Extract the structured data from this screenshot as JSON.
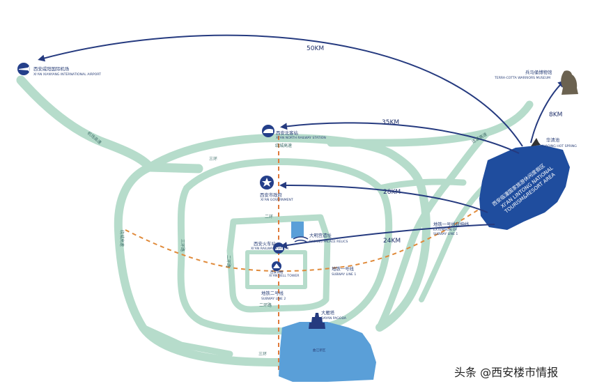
{
  "colors": {
    "road": "#b6dccb",
    "route_arrow": "#253a7f",
    "subway_line": "#e08a3a",
    "water": "#5a9fd8",
    "resort": "#1f4d9e",
    "icon_circle": "#243f8a"
  },
  "places": {
    "airport": {
      "zh": "西安咸阳国际机场",
      "en": "XI'AN XIANYANG INTERNATIONAL AIRPORT",
      "icon": "airplane-icon"
    },
    "north_station": {
      "zh": "西安北客站",
      "en": "XI'AN NORTH RAILWAY STATION",
      "icon": "train-icon"
    },
    "government": {
      "zh": "西安市政府",
      "en": "XI'AN GOVERNMENT",
      "icon": "star-icon"
    },
    "railway_station": {
      "zh": "西安火车站",
      "en": "XI'AN RAILWAY STATION",
      "icon": "train-icon"
    },
    "daming_palace": {
      "zh": "大明宫遗址",
      "en": "DAMING PALACE RELICS"
    },
    "bell_tower": {
      "zh": "西安钟楼",
      "en": "XI'AN BELL TOWER"
    },
    "terracotta": {
      "zh": "兵马俑博物馆",
      "en": "TERRA-COTTA WARRIORS MUSEUM",
      "icon": "warrior-statue-icon"
    },
    "huaqing": {
      "zh": "华清池",
      "en": "HUAQING HOT SPRING",
      "icon": "statue-icon"
    },
    "dayan_pagoda": {
      "zh": "大雁塔",
      "en": "DAYAN PAGODA",
      "icon": "pagoda-icon"
    },
    "qujiang": {
      "zh": "曲江新区"
    },
    "resort": {
      "zh": "西安临潼国家旅游休闲度假区",
      "en1": "XI'AN LINTONG NATIONAL",
      "en2": "TOURISM&RESORT AREA"
    }
  },
  "subway": {
    "line1": {
      "zh": "地铁一号线",
      "en": "SUBWAY LINE 1"
    },
    "line2": {
      "zh": "地铁二号线",
      "en": "SUBWAY LINE 2"
    },
    "line1_extension": {
      "zh": "地铁一号线延伸线",
      "en1": "EXTENSION OF",
      "en2": "SUBWAY LINE 1"
    }
  },
  "distances": {
    "airport": "50KM",
    "north_station": "35KM",
    "government": "28KM",
    "railway_station": "24KM",
    "terracotta": "8KM"
  },
  "roads": {
    "airport_expressway": "机场高速",
    "ring3": "三环",
    "ring3_road": "三环路",
    "ring2": "二环",
    "ring2_road": "二环路",
    "raocheng": "绕城高速",
    "raocheng_road": "绕城高速",
    "lianhuo": "连霍高速"
  },
  "watermark": "头条 @西安楼市情报"
}
